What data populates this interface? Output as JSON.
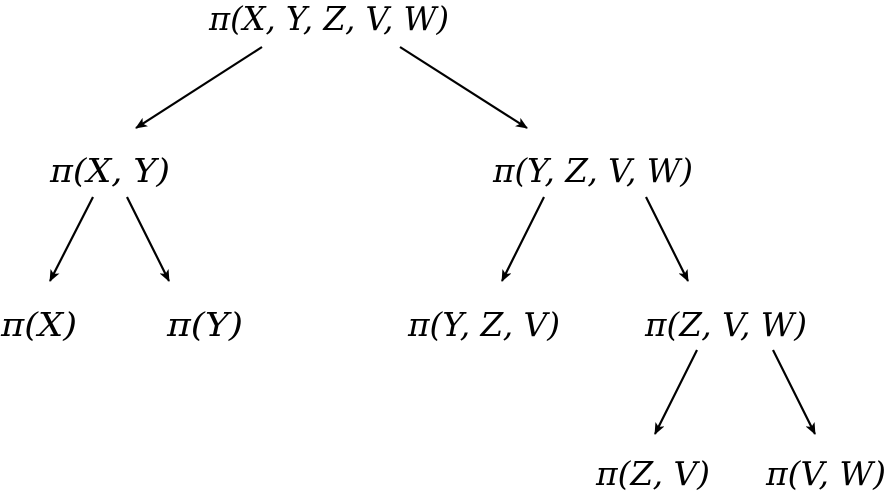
{
  "diagram": {
    "nodes": [
      {
        "id": "n0",
        "label": "π(X, Y, Z, V, W)"
      },
      {
        "id": "n1",
        "label": "π(X, Y)"
      },
      {
        "id": "n2",
        "label": "π(Y, Z, V, W)"
      },
      {
        "id": "n3",
        "label": "π(X)"
      },
      {
        "id": "n4",
        "label": "π(Y)"
      },
      {
        "id": "n5",
        "label": "π(Y, Z, V)"
      },
      {
        "id": "n6",
        "label": "π(Z, V, W)"
      },
      {
        "id": "n7",
        "label": "π(Z, V)"
      },
      {
        "id": "n8",
        "label": "π(V, W)"
      }
    ],
    "edges": [
      {
        "from": "n0",
        "to": "n1"
      },
      {
        "from": "n0",
        "to": "n2"
      },
      {
        "from": "n1",
        "to": "n3"
      },
      {
        "from": "n1",
        "to": "n4"
      },
      {
        "from": "n2",
        "to": "n5"
      },
      {
        "from": "n2",
        "to": "n6"
      },
      {
        "from": "n6",
        "to": "n7"
      },
      {
        "from": "n6",
        "to": "n8"
      }
    ],
    "colors": {
      "ink": "#000000",
      "background": "#ffffff"
    }
  }
}
